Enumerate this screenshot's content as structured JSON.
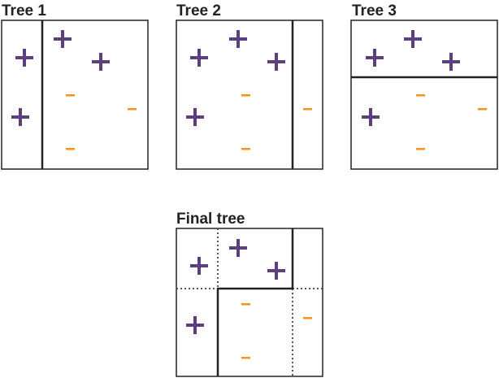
{
  "panels": [
    {
      "title": "Tree 1"
    },
    {
      "title": "Tree 2"
    },
    {
      "title": "Tree 3"
    },
    {
      "title": "Final tree"
    }
  ],
  "symbols": {
    "plus": "+",
    "minus": "-"
  },
  "colors": {
    "plus": "#5b3f7e",
    "plus_outline": "#2a1f3d",
    "minus": "#f5931e",
    "frame": "#222222",
    "title": "#222222"
  }
}
